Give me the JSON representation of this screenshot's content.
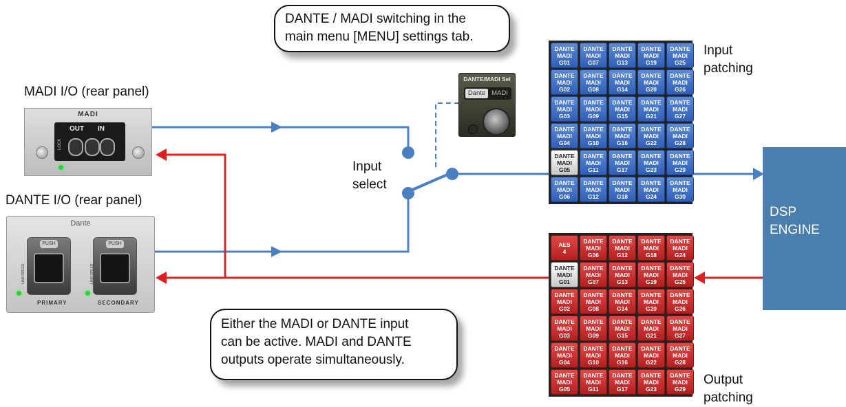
{
  "callouts": {
    "top": [
      "DANTE / MADI switching in the",
      "main menu [MENU] settings tab."
    ],
    "bottom": [
      "Either the MADI or DANTE input",
      "can be active. MADI and DANTE",
      "outputs operate simultaneously."
    ]
  },
  "labels": {
    "madi_io": "MADI I/O (rear panel)",
    "dante_io": "DANTE I/O (rear panel)",
    "input_select": [
      "Input",
      "select"
    ],
    "input_patching": [
      "Input",
      "patching"
    ],
    "output_patching": [
      "Output",
      "patching"
    ],
    "dsp_engine": [
      "DSP",
      "ENGINE"
    ]
  },
  "madi_panel": {
    "title": "MADI",
    "out_label": "OUT",
    "in_label": "IN",
    "lock_label": "LOCK"
  },
  "dante_panel": {
    "brand": "Dante",
    "push": "PUSH",
    "primary": "PRIMARY",
    "secondary": "SECONDARY",
    "link_speed": "LINK/SPEED"
  },
  "selector": {
    "title": "DANTE/MADI Sel",
    "option_dante": "Dante",
    "option_madi": "MADI",
    "selected": "Dante"
  },
  "input_grid": {
    "rows": [
      [
        [
          "DANTE",
          "MADI",
          "G01"
        ],
        [
          "DANTE",
          "MADI",
          "G07"
        ],
        [
          "DANTE",
          "MADI",
          "G13"
        ],
        [
          "DANTE",
          "MADI",
          "G19"
        ],
        [
          "DANTE",
          "MADI",
          "G25"
        ]
      ],
      [
        [
          "DANTE",
          "MADI",
          "G02"
        ],
        [
          "DANTE",
          "MADI",
          "G08"
        ],
        [
          "DANTE",
          "MADI",
          "G14"
        ],
        [
          "DANTE",
          "MADI",
          "G20"
        ],
        [
          "DANTE",
          "MADI",
          "G26"
        ]
      ],
      [
        [
          "DANTE",
          "MADI",
          "G03"
        ],
        [
          "DANTE",
          "MADI",
          "G09"
        ],
        [
          "DANTE",
          "MADI",
          "G15"
        ],
        [
          "DANTE",
          "MADI",
          "G21"
        ],
        [
          "DANTE",
          "MADI",
          "G27"
        ]
      ],
      [
        [
          "DANTE",
          "MADI",
          "G04"
        ],
        [
          "DANTE",
          "MADI",
          "G10"
        ],
        [
          "DANTE",
          "MADI",
          "G16"
        ],
        [
          "DANTE",
          "MADI",
          "G22"
        ],
        [
          "DANTE",
          "MADI",
          "G28"
        ]
      ],
      [
        [
          "DANTE",
          "MADI",
          "G05"
        ],
        [
          "DANTE",
          "MADI",
          "G11"
        ],
        [
          "DANTE",
          "MADI",
          "G17"
        ],
        [
          "DANTE",
          "MADI",
          "G23"
        ],
        [
          "DANTE",
          "MADI",
          "G29"
        ]
      ],
      [
        [
          "DANTE",
          "MADI",
          "G06"
        ],
        [
          "DANTE",
          "MADI",
          "G12"
        ],
        [
          "DANTE",
          "MADI",
          "G18"
        ],
        [
          "DANTE",
          "MADI",
          "G24"
        ],
        [
          "DANTE",
          "MADI",
          "G30"
        ]
      ]
    ],
    "selected": [
      4,
      0
    ]
  },
  "output_grid": {
    "rows": [
      [
        [
          "AES",
          "4"
        ],
        [
          "DANTE",
          "MADI",
          "G06"
        ],
        [
          "DANTE",
          "MADI",
          "G12"
        ],
        [
          "DANTE",
          "MADI",
          "G18"
        ],
        [
          "DANTE",
          "MADI",
          "G24"
        ]
      ],
      [
        [
          "DANTE",
          "MADI",
          "G01"
        ],
        [
          "DANTE",
          "MADI",
          "G07"
        ],
        [
          "DANTE",
          "MADI",
          "G13"
        ],
        [
          "DANTE",
          "MADI",
          "G19"
        ],
        [
          "DANTE",
          "MADI",
          "G25"
        ]
      ],
      [
        [
          "DANTE",
          "MADI",
          "G02"
        ],
        [
          "DANTE",
          "MADI",
          "G08"
        ],
        [
          "DANTE",
          "MADI",
          "G14"
        ],
        [
          "DANTE",
          "MADI",
          "G20"
        ],
        [
          "DANTE",
          "MADI",
          "G26"
        ]
      ],
      [
        [
          "DANTE",
          "MADI",
          "G03"
        ],
        [
          "DANTE",
          "MADI",
          "G09"
        ],
        [
          "DANTE",
          "MADI",
          "G15"
        ],
        [
          "DANTE",
          "MADI",
          "G21"
        ],
        [
          "DANTE",
          "MADI",
          "G27"
        ]
      ],
      [
        [
          "DANTE",
          "MADI",
          "G04"
        ],
        [
          "DANTE",
          "MADI",
          "G10"
        ],
        [
          "DANTE",
          "MADI",
          "G16"
        ],
        [
          "DANTE",
          "MADI",
          "G22"
        ],
        [
          "DANTE",
          "MADI",
          "G28"
        ]
      ],
      [
        [
          "DANTE",
          "MADI",
          "G05"
        ],
        [
          "DANTE",
          "MADI",
          "G11"
        ],
        [
          "DANTE",
          "MADI",
          "G17"
        ],
        [
          "DANTE",
          "MADI",
          "G23"
        ],
        [
          "DANTE",
          "MADI",
          "G29"
        ]
      ]
    ],
    "selected": [
      1,
      0
    ]
  },
  "colors": {
    "input_path": "#4a7fc1",
    "output_path": "#e02020",
    "dsp_block": "#4a7ead",
    "input_cell": "#3f6fc4",
    "output_cell": "#cc2a2a"
  }
}
